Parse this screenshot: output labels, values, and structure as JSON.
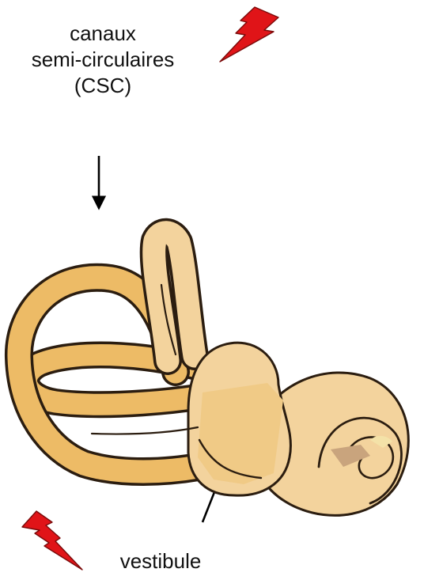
{
  "labels": {
    "csc": [
      "canaux",
      "semi-circulaires",
      "(CSC)"
    ],
    "vestibule": "vestibule"
  },
  "icons": {
    "top_right": "lightning-bolt-icon",
    "bottom_left": "lightning-bolt-icon",
    "csc_pointer": "arrow-down-icon",
    "vestibule_pointer": "arrow-up-right-icon"
  },
  "colors": {
    "canal_fill": "#edbb66",
    "body_fill": "#f3d39d",
    "vestibule_fill": "#f0ca86",
    "outline": "#2b1d10",
    "lightning_fill": "#e01418",
    "lightning_stroke": "#7a0a0a",
    "text": "#111111",
    "background": "#ffffff"
  }
}
